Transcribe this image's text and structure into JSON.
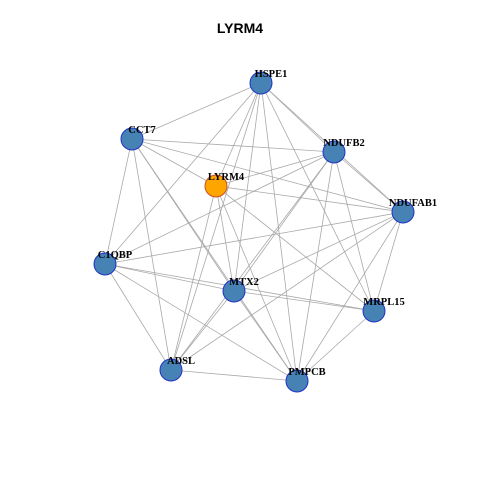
{
  "title": "LYRM4",
  "colors": {
    "default_node": "#4682B4",
    "default_border": "#1F32C8",
    "highlight_node": "#FFA500",
    "highlight_border": "#C8501E",
    "edge": "#A9A9A9"
  },
  "nodes": [
    {
      "id": "HSPE1",
      "label": "HSPE1",
      "highlight": false
    },
    {
      "id": "CCT7",
      "label": "CCT7",
      "highlight": false
    },
    {
      "id": "NDUFB2",
      "label": "NDUFB2",
      "highlight": false
    },
    {
      "id": "LYRM4",
      "label": "LYRM4",
      "highlight": true
    },
    {
      "id": "NDUFAB1",
      "label": "NDUFAB1",
      "highlight": false
    },
    {
      "id": "C1QBP",
      "label": "C1QBP",
      "highlight": false
    },
    {
      "id": "MTX2",
      "label": "MTX2",
      "highlight": false
    },
    {
      "id": "MRPL15",
      "label": "MRPL15",
      "highlight": false
    },
    {
      "id": "ADSL",
      "label": "ADSL",
      "highlight": false
    },
    {
      "id": "PMPCB",
      "label": "PMPCB",
      "highlight": false
    }
  ],
  "edges": [
    [
      "HSPE1",
      "CCT7"
    ],
    [
      "HSPE1",
      "NDUFB2"
    ],
    [
      "HSPE1",
      "LYRM4"
    ],
    [
      "HSPE1",
      "NDUFAB1"
    ],
    [
      "HSPE1",
      "C1QBP"
    ],
    [
      "HSPE1",
      "MTX2"
    ],
    [
      "HSPE1",
      "MRPL15"
    ],
    [
      "HSPE1",
      "ADSL"
    ],
    [
      "HSPE1",
      "PMPCB"
    ],
    [
      "CCT7",
      "NDUFB2"
    ],
    [
      "CCT7",
      "LYRM4"
    ],
    [
      "CCT7",
      "NDUFAB1"
    ],
    [
      "CCT7",
      "C1QBP"
    ],
    [
      "CCT7",
      "MTX2"
    ],
    [
      "CCT7",
      "ADSL"
    ],
    [
      "CCT7",
      "PMPCB"
    ],
    [
      "NDUFB2",
      "LYRM4"
    ],
    [
      "NDUFB2",
      "NDUFAB1"
    ],
    [
      "NDUFB2",
      "C1QBP"
    ],
    [
      "NDUFB2",
      "MTX2"
    ],
    [
      "NDUFB2",
      "MRPL15"
    ],
    [
      "NDUFB2",
      "ADSL"
    ],
    [
      "NDUFB2",
      "PMPCB"
    ],
    [
      "LYRM4",
      "NDUFAB1"
    ],
    [
      "LYRM4",
      "MTX2"
    ],
    [
      "LYRM4",
      "MRPL15"
    ],
    [
      "LYRM4",
      "ADSL"
    ],
    [
      "LYRM4",
      "PMPCB"
    ],
    [
      "NDUFAB1",
      "C1QBP"
    ],
    [
      "NDUFAB1",
      "MTX2"
    ],
    [
      "NDUFAB1",
      "MRPL15"
    ],
    [
      "NDUFAB1",
      "ADSL"
    ],
    [
      "NDUFAB1",
      "PMPCB"
    ],
    [
      "C1QBP",
      "MTX2"
    ],
    [
      "C1QBP",
      "MRPL15"
    ],
    [
      "C1QBP",
      "ADSL"
    ],
    [
      "C1QBP",
      "PMPCB"
    ],
    [
      "MTX2",
      "MRPL15"
    ],
    [
      "MTX2",
      "ADSL"
    ],
    [
      "MTX2",
      "PMPCB"
    ],
    [
      "MRPL15",
      "PMPCB"
    ],
    [
      "ADSL",
      "PMPCB"
    ]
  ]
}
